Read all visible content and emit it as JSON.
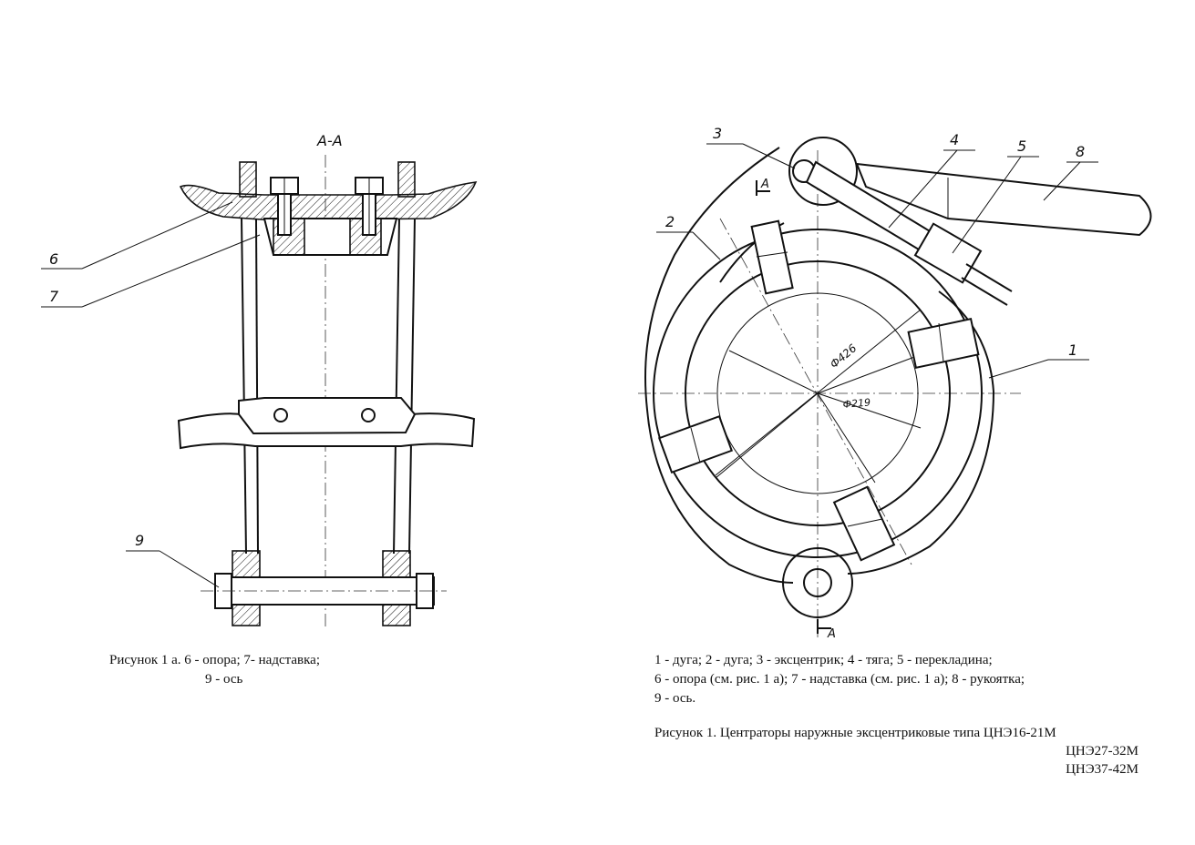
{
  "figure_1a": {
    "section_label": "А-А",
    "callouts": [
      "6",
      "7",
      "9"
    ],
    "caption_line1": "Рисунок 1 а. 6 - опора;  7- надставка;",
    "caption_line2": "9 - ось"
  },
  "figure_1": {
    "callouts": [
      "1",
      "2",
      "3",
      "4",
      "5",
      "8"
    ],
    "section_mark": "А",
    "dim_outer": "Ф426",
    "dim_inner": "Ф219",
    "legend_line1": "1 - дуга; 2 - дуга; 3 - эксцентрик; 4 - тяга; 5 - перекладина;",
    "legend_line2": "6 - опора (см. рис. 1 а); 7 - надставка (см. рис. 1 а); 8 - рукоятка;",
    "legend_line3": "9 - ось.",
    "title_line1": "Рисунок 1. Центраторы наружные эксцентриковые типа ЦНЭ16-21М",
    "title_line2": "ЦНЭ27-32М",
    "title_line3": "ЦНЭ37-42М"
  }
}
